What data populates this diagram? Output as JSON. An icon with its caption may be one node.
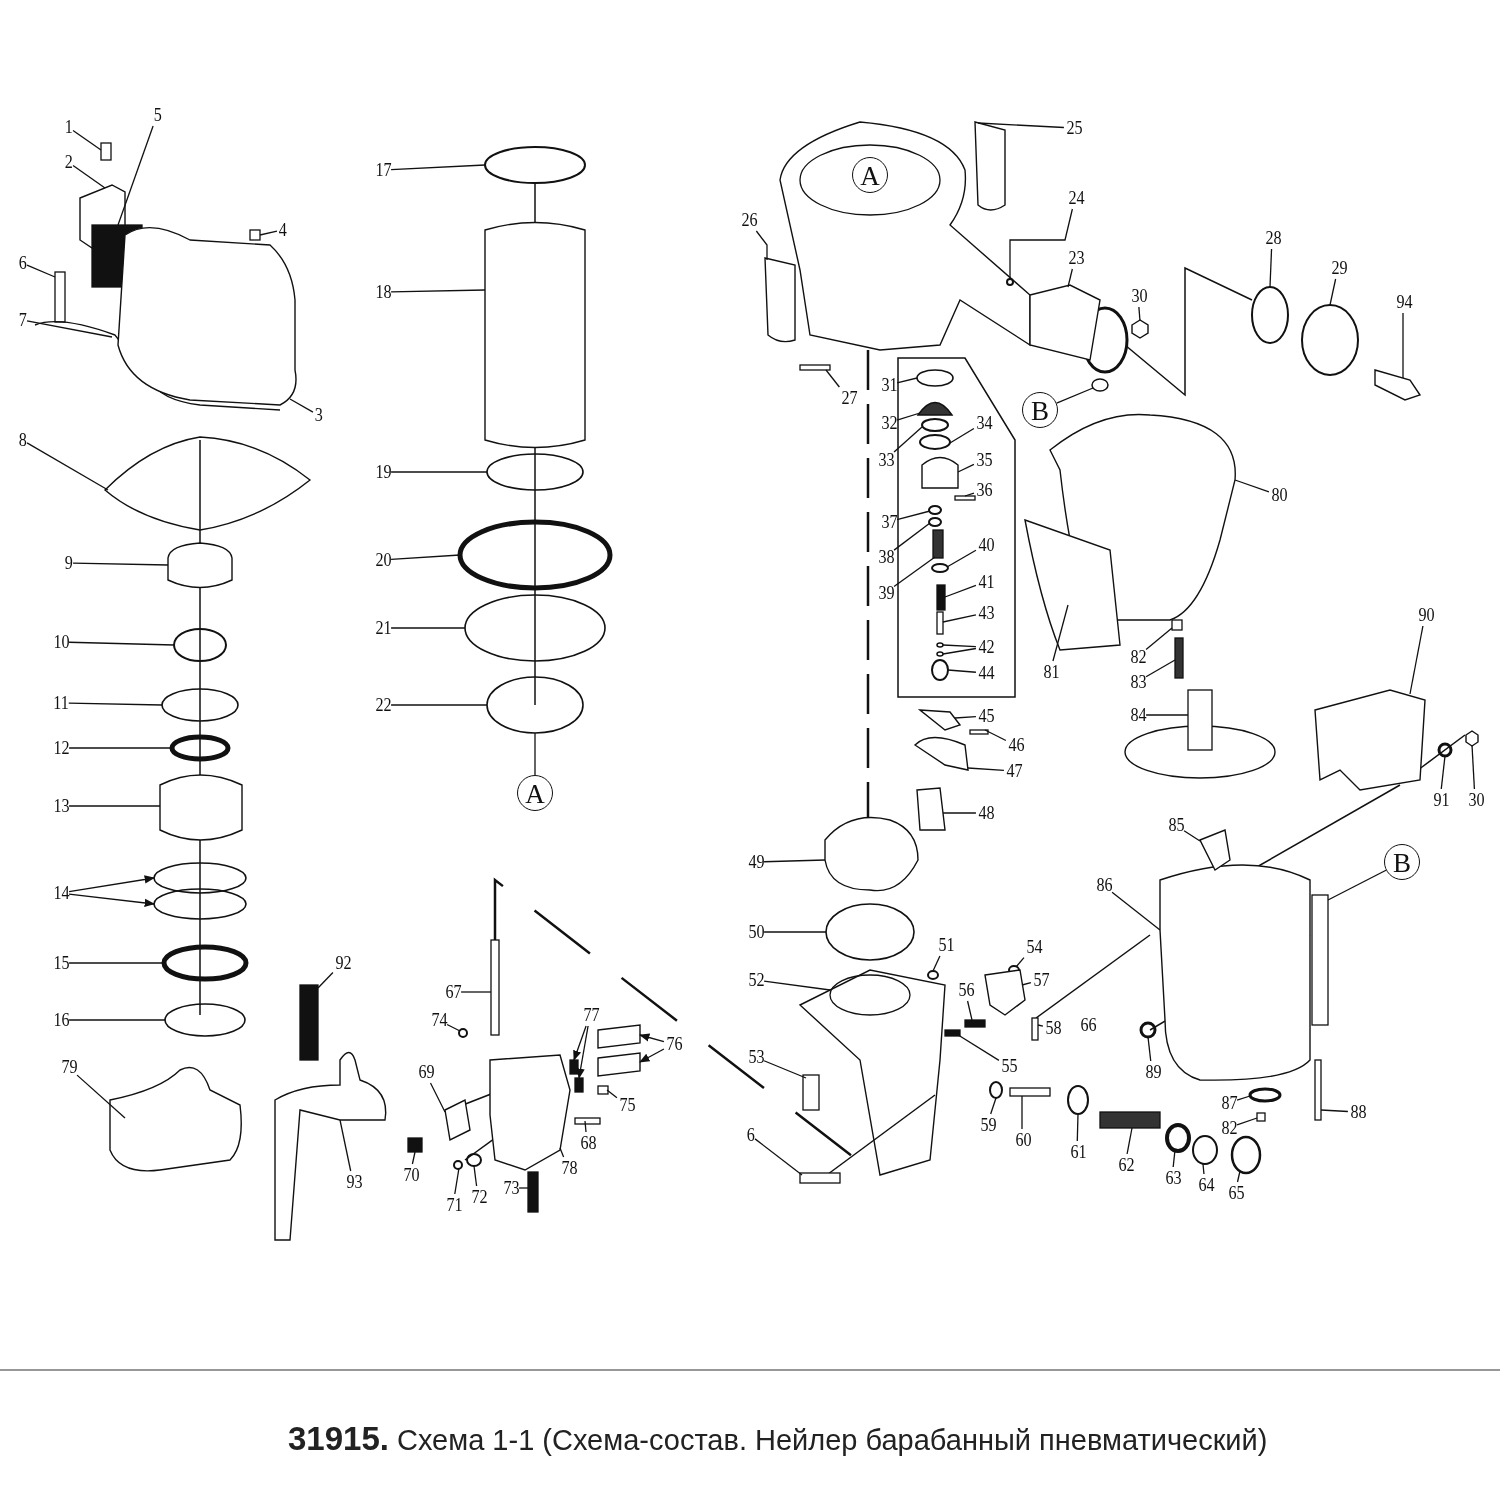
{
  "diagram": {
    "title": "**31915.** Схема 1-1 (Схема-состав. Нейлер барабанный пневматический)",
    "nodes": [
      {
        "text": [
          "1"
        ]
      },
      {
        "text": [
          "2"
        ]
      },
      {
        "text": [
          "5"
        ]
      },
      {
        "text": [
          "4"
        ]
      },
      {
        "text": [
          "6"
        ]
      },
      {
        "text": [
          "7"
        ]
      },
      {
        "text": [
          "3"
        ]
      },
      {
        "text": [
          "8"
        ]
      },
      {
        "text": [
          "9"
        ]
      },
      {
        "text": [
          "10"
        ]
      },
      {
        "text": [
          "11"
        ]
      },
      {
        "text": [
          "12"
        ]
      },
      {
        "text": [
          "13"
        ]
      },
      {
        "text": [
          "14"
        ]
      },
      {
        "text": [
          "15"
        ]
      },
      {
        "text": [
          "16"
        ]
      },
      {
        "text": [
          "79"
        ]
      },
      {
        "text": [
          "92"
        ]
      },
      {
        "text": [
          "93"
        ]
      },
      {
        "text": [
          "17"
        ]
      },
      {
        "text": [
          "18"
        ]
      },
      {
        "text": [
          "19"
        ]
      },
      {
        "text": [
          "20"
        ]
      },
      {
        "text": [
          "21"
        ]
      },
      {
        "text": [
          "22"
        ]
      },
      {
        "text": [
          "A"
        ]
      },
      {
        "text": [
          "67"
        ]
      },
      {
        "text": [
          "74"
        ]
      },
      {
        "text": [
          "77"
        ]
      },
      {
        "text": [
          "76"
        ]
      },
      {
        "text": [
          "69"
        ]
      },
      {
        "text": [
          "75"
        ]
      },
      {
        "text": [
          "68"
        ]
      },
      {
        "text": [
          "78"
        ]
      },
      {
        "text": [
          "70"
        ]
      },
      {
        "text": [
          "71"
        ]
      },
      {
        "text": [
          "72"
        ]
      },
      {
        "text": [
          "73"
        ]
      },
      {
        "text": [
          "A"
        ]
      },
      {
        "text": [
          "25"
        ]
      },
      {
        "text": [
          "26"
        ]
      },
      {
        "text": [
          "24"
        ]
      },
      {
        "text": [
          "23"
        ]
      },
      {
        "text": [
          "30"
        ]
      },
      {
        "text": [
          "28"
        ]
      },
      {
        "text": [
          "29"
        ]
      },
      {
        "text": [
          "94"
        ]
      },
      {
        "text": [
          "27"
        ]
      },
      {
        "text": [
          "B"
        ]
      },
      {
        "text": [
          "31"
        ]
      },
      {
        "text": [
          "32"
        ]
      },
      {
        "text": [
          "33"
        ]
      },
      {
        "text": [
          "34"
        ]
      },
      {
        "text": [
          "35"
        ]
      },
      {
        "text": [
          "36"
        ]
      },
      {
        "text": [
          "37"
        ]
      },
      {
        "text": [
          "38"
        ]
      },
      {
        "text": [
          "40"
        ]
      },
      {
        "text": [
          "39"
        ]
      },
      {
        "text": [
          "41"
        ]
      },
      {
        "text": [
          "43"
        ]
      },
      {
        "text": [
          "42"
        ]
      },
      {
        "text": [
          "44"
        ]
      },
      {
        "text": [
          "45"
        ]
      },
      {
        "text": [
          "46"
        ]
      },
      {
        "text": [
          "47"
        ]
      },
      {
        "text": [
          "48"
        ]
      },
      {
        "text": [
          "49"
        ]
      },
      {
        "text": [
          "50"
        ]
      },
      {
        "text": [
          "51"
        ]
      },
      {
        "text": [
          "52"
        ]
      },
      {
        "text": [
          "53"
        ]
      },
      {
        "text": [
          "6"
        ]
      },
      {
        "text": [
          "54"
        ]
      },
      {
        "text": [
          "57"
        ]
      },
      {
        "text": [
          "56"
        ]
      },
      {
        "text": [
          "58"
        ]
      },
      {
        "text": [
          "55"
        ]
      },
      {
        "text": [
          "59"
        ]
      },
      {
        "text": [
          "60"
        ]
      },
      {
        "text": [
          "61"
        ]
      },
      {
        "text": [
          "62"
        ]
      },
      {
        "text": [
          "63"
        ]
      },
      {
        "text": [
          "64"
        ]
      },
      {
        "text": [
          "65"
        ]
      },
      {
        "text": [
          "66"
        ]
      },
      {
        "text": [
          "89"
        ]
      },
      {
        "text": [
          "87"
        ]
      },
      {
        "text": [
          "82"
        ]
      },
      {
        "text": [
          "88"
        ]
      },
      {
        "text": [
          "86"
        ]
      },
      {
        "text": [
          "B"
        ]
      },
      {
        "text": [
          "80"
        ]
      },
      {
        "text": [
          "81"
        ]
      },
      {
        "text": [
          "82"
        ]
      },
      {
        "text": [
          "83"
        ]
      },
      {
        "text": [
          "84"
        ]
      },
      {
        "text": [
          "90"
        ]
      },
      {
        "text": [
          "91"
        ]
      },
      {
        "text": [
          "30"
        ]
      },
      {
        "text": [
          "85"
        ]
      },
      {
        "text": [],
        "shape": "box"
      },
      {
        "text": [],
        "shape": "polygon"
      },
      {
        "text": [],
        "shape": "box"
      },
      {
        "text": [],
        "shape": "box"
      },
      {
        "text": [],
        "shape": "box"
      },
      {
        "text": [],
        "shape": "polygon"
      },
      {
        "text": [],
        "shape": "polygon"
      },
      {
        "text": [],
        "shape": "polygon"
      },
      {
        "text": [],
        "shape": "polygon"
      },
      {
        "text": [],
        "shape": "circle"
      },
      {
        "text": [],
        "shape": "circle"
      },
      {
        "text": [],
        "shape": "circle"
      },
      {
        "text": [],
        "shape": "polygon"
      },
      {
        "text": [],
        "shape": "circle"
      },
      {
        "text": [],
        "shape": "circle"
      },
      {
        "text": [],
        "shape": "circle"
      },
      {
        "text": [],
        "shape": "circle"
      },
      {
        "text": [],
        "shape": "polygon"
      },
      {
        "text": [],
        "shape": "box"
      },
      {
        "text": [],
        "shape": "polygon"
      },
      {
        "text": [],
        "shape": "circle"
      },
      {
        "text": [],
        "shape": "polygon"
      },
      {
        "text": [],
        "shape": "circle"
      },
      {
        "text": [],
        "shape": "circle"
      },
      {
        "text": [],
        "shape": "circle"
      },
      {
        "text": [],
        "shape": "circle"
      },
      {
        "text": [],
        "shape": "box"
      },
      {
        "text": [],
        "shape": "circle"
      },
      {
        "text": [],
        "shape": "box"
      },
      {
        "text": [],
        "shape": "box"
      },
      {
        "text": [],
        "shape": "polygon"
      },
      {
        "text": [],
        "shape": "polygon"
      },
      {
        "text": [],
        "shape": "polygon"
      },
      {
        "text": [],
        "shape": "box"
      },
      {
        "text": [],
        "shape": "box"
      },
      {
        "text": [],
        "shape": "polygon"
      },
      {
        "text": [],
        "shape": "box"
      },
      {
        "text": [],
        "shape": "circle"
      },
      {
        "text": [],
        "shape": "circle"
      },
      {
        "text": [],
        "shape": "box"
      },
      {
        "text": [],
        "shape": "polygon"
      },
      {
        "text": [],
        "shape": "polygon"
      },
      {
        "text": [],
        "shape": "circle"
      },
      {
        "text": [],
        "shape": "polygon"
      },
      {
        "text": [],
        "shape": "polygon"
      },
      {
        "text": [],
        "shape": "circle"
      },
      {
        "text": [],
        "shape": "circle"
      },
      {
        "text": [],
        "shape": "polygon"
      },
      {
        "text": [],
        "shape": "box"
      },
      {
        "text": [],
        "shape": "circle"
      },
      {
        "text": [],
        "shape": "circle"
      },
      {
        "text": [],
        "shape": "polygon"
      },
      {
        "text": [],
        "shape": "circle"
      },
      {
        "text": [],
        "shape": "circle"
      },
      {
        "text": [],
        "shape": "polygon"
      },
      {
        "text": [],
        "shape": "box"
      },
      {
        "text": [],
        "shape": "circle"
      },
      {
        "text": [],
        "shape": "circle"
      },
      {
        "text": [],
        "shape": "circle"
      },
      {
        "text": [],
        "shape": "box"
      },
      {
        "text": [],
        "shape": "box"
      },
      {
        "text": [],
        "shape": "box"
      },
      {
        "text": [],
        "shape": "circle"
      },
      {
        "text": [],
        "shape": "circle"
      },
      {
        "text": [],
        "shape": "circle"
      },
      {
        "text": [],
        "shape": "polygon"
      },
      {
        "text": [],
        "shape": "box"
      },
      {
        "text": [],
        "shape": "polygon"
      },
      {
        "text": [],
        "shape": "polygon"
      },
      {
        "text": [],
        "shape": "polygon"
      },
      {
        "text": [],
        "shape": "circle"
      },
      {
        "text": [],
        "shape": "circle"
      },
      {
        "text": [],
        "shape": "polygon"
      },
      {
        "text": [],
        "shape": "box"
      },
      {
        "text": [],
        "shape": "box"
      },
      {
        "text": [],
        "shape": "circle"
      },
      {
        "text": [],
        "shape": "polygon"
      },
      {
        "text": [],
        "shape": "box"
      },
      {
        "text": [],
        "shape": "box"
      },
      {
        "text": [],
        "shape": "box"
      },
      {
        "text": [],
        "shape": "circle"
      },
      {
        "text": [],
        "shape": "box"
      },
      {
        "text": [],
        "shape": "circle"
      },
      {
        "text": [],
        "shape": "box"
      },
      {
        "text": [],
        "shape": "circle"
      },
      {
        "text": [],
        "shape": "circle"
      },
      {
        "text": [],
        "shape": "circle"
      },
      {
        "text": [],
        "shape": "circle"
      },
      {
        "text": [],
        "shape": "circle"
      },
      {
        "text": [],
        "shape": "box"
      },
      {
        "text": [],
        "shape": "box"
      },
      {
        "text": [],
        "shape": "polygon"
      },
      {
        "text": [],
        "shape": "box"
      },
      {
        "text": [],
        "shape": "polygon"
      },
      {
        "text": [],
        "shape": "polygon"
      },
      {
        "text": [],
        "shape": "box"
      },
      {
        "text": [],
        "shape": "box"
      },
      {
        "text": [],
        "shape": "box"
      },
      {
        "text": [],
        "shape": "polygon"
      },
      {
        "text": [],
        "shape": "circle"
      },
      {
        "text": [],
        "shape": "polygon"
      },
      {
        "text": [],
        "shape": "polygon"
      }
    ],
    "edges": [
      {
        "from": 0,
        "to": 101,
        "arrow": "none"
      },
      {
        "from": 1,
        "to": 102,
        "arrow": "none"
      },
      {
        "from": 2,
        "to": 103,
        "arrow": "none"
      },
      {
        "from": 3,
        "to": 104,
        "arrow": "none"
      },
      {
        "from": 4,
        "to": 105,
        "arrow": "none"
      },
      {
        "from": 5,
        "to": 106,
        "arrow": "none"
      },
      {
        "from": 6,
        "to": 107,
        "arrow": "none"
      },
      {
        "from": 7,
        "to": 108,
        "arrow": "none"
      },
      {
        "from": 8,
        "to": 109,
        "arrow": "none"
      },
      {
        "from": 9,
        "to": 110,
        "arrow": "none"
      },
      {
        "from": 10,
        "to": 111,
        "arrow": "none"
      },
      {
        "from": 11,
        "to": 112,
        "arrow": "none"
      },
      {
        "from": 12,
        "to": 113,
        "arrow": "none"
      },
      {
        "from": 13,
        "to": 114,
        "arrow": "to"
      },
      {
        "from": 13,
        "to": 115,
        "arrow": "to"
      },
      {
        "from": 14,
        "to": 116,
        "arrow": "none"
      },
      {
        "from": 15,
        "to": 117,
        "arrow": "none"
      },
      {
        "from": 16,
        "to": 118,
        "arrow": "none"
      },
      {
        "from": 17,
        "to": 119,
        "arrow": "none"
      },
      {
        "from": 18,
        "to": 120,
        "arrow": "none"
      },
      {
        "from": 19,
        "to": 121,
        "arrow": "none"
      },
      {
        "from": 20,
        "to": 122,
        "arrow": "none"
      },
      {
        "from": 21,
        "to": 123,
        "arrow": "none"
      },
      {
        "from": 22,
        "to": 124,
        "arrow": "none"
      },
      {
        "from": 23,
        "to": 125,
        "arrow": "none"
      },
      {
        "from": 24,
        "to": 126,
        "arrow": "none"
      },
      {
        "from": 25,
        "to": 126,
        "arrow": "none"
      },
      {
        "from": 26,
        "to": 127,
        "arrow": "none"
      },
      {
        "from": 27,
        "to": 128,
        "arrow": "none"
      },
      {
        "from": 28,
        "to": 129,
        "arrow": "to"
      },
      {
        "from": 28,
        "to": 130,
        "arrow": "to"
      },
      {
        "from": 29,
        "to": 131,
        "arrow": "to"
      },
      {
        "from": 29,
        "to": 132,
        "arrow": "to"
      },
      {
        "from": 30,
        "to": 133,
        "arrow": "none"
      },
      {
        "from": 31,
        "to": 134,
        "arrow": "none"
      },
      {
        "from": 32,
        "to": 135,
        "arrow": "none"
      },
      {
        "from": 33,
        "to": 136,
        "arrow": "none"
      },
      {
        "from": 34,
        "to": 137,
        "arrow": "none"
      },
      {
        "from": 35,
        "to": 138,
        "arrow": "none"
      },
      {
        "from": 36,
        "to": 139,
        "arrow": "none"
      },
      {
        "from": 37,
        "to": 140,
        "arrow": "none"
      },
      {
        "from": 39,
        "to": 141,
        "arrow": "none"
      },
      {
        "from": 40,
        "to": 142,
        "arrow": "none"
      },
      {
        "from": 41,
        "to": 143,
        "arrow": "none"
      },
      {
        "from": 42,
        "to": 144,
        "arrow": "none"
      },
      {
        "from": 43,
        "to": 145,
        "arrow": "none"
      },
      {
        "from": 44,
        "to": 146,
        "arrow": "none"
      },
      {
        "from": 45,
        "to": 147,
        "arrow": "none"
      },
      {
        "from": 46,
        "to": 148,
        "arrow": "none"
      },
      {
        "from": 47,
        "to": 149,
        "arrow": "none"
      },
      {
        "from": 48,
        "to": 150,
        "arrow": "none"
      },
      {
        "from": 49,
        "to": 151,
        "arrow": "none"
      },
      {
        "from": 50,
        "to": 152,
        "arrow": "none"
      },
      {
        "from": 51,
        "to": 153,
        "arrow": "none"
      },
      {
        "from": 52,
        "to": 154,
        "arrow": "none"
      },
      {
        "from": 53,
        "to": 155,
        "arrow": "none"
      },
      {
        "from": 54,
        "to": 156,
        "arrow": "none"
      },
      {
        "from": 55,
        "to": 157,
        "arrow": "none"
      },
      {
        "from": 56,
        "to": 158,
        "arrow": "none"
      },
      {
        "from": 57,
        "to": 159,
        "arrow": "none"
      },
      {
        "from": 58,
        "to": 160,
        "arrow": "none"
      },
      {
        "from": 59,
        "to": 161,
        "arrow": "none"
      },
      {
        "from": 60,
        "to": 162,
        "arrow": "none"
      },
      {
        "from": 61,
        "to": 163,
        "arrow": "none"
      },
      {
        "from": 61,
        "to": 164,
        "arrow": "none"
      },
      {
        "from": 62,
        "to": 165,
        "arrow": "none"
      },
      {
        "from": 63,
        "to": 166,
        "arrow": "none"
      },
      {
        "from": 64,
        "to": 167,
        "arrow": "none"
      },
      {
        "from": 65,
        "to": 168,
        "arrow": "none"
      },
      {
        "from": 66,
        "to": 169,
        "arrow": "none"
      },
      {
        "from": 67,
        "to": 170,
        "arrow": "none"
      },
      {
        "from": 68,
        "to": 171,
        "arrow": "none"
      },
      {
        "from": 69,
        "to": 172,
        "arrow": "none"
      },
      {
        "from": 70,
        "to": 173,
        "arrow": "none"
      },
      {
        "from": 71,
        "to": 174,
        "arrow": "none"
      },
      {
        "from": 72,
        "to": 175,
        "arrow": "none"
      },
      {
        "from": 73,
        "to": 176,
        "arrow": "none"
      },
      {
        "from": 74,
        "to": 177,
        "arrow": "none"
      },
      {
        "from": 75,
        "to": 178,
        "arrow": "none"
      },
      {
        "from": 76,
        "to": 179,
        "arrow": "none"
      },
      {
        "from": 77,
        "to": 180,
        "arrow": "none"
      },
      {
        "from": 78,
        "to": 181,
        "arrow": "none"
      },
      {
        "from": 79,
        "to": 182,
        "arrow": "none"
      },
      {
        "from": 80,
        "to": 183,
        "arrow": "none"
      },
      {
        "from": 81,
        "to": 184,
        "arrow": "none"
      },
      {
        "from": 82,
        "to": 185,
        "arrow": "none"
      },
      {
        "from": 83,
        "to": 186,
        "arrow": "none"
      },
      {
        "from": 84,
        "to": 187,
        "arrow": "none"
      },
      {
        "from": 86,
        "to": 188,
        "arrow": "none"
      },
      {
        "from": 87,
        "to": 189,
        "arrow": "none"
      },
      {
        "from": 88,
        "to": 190,
        "arrow": "none"
      },
      {
        "from": 89,
        "to": 191,
        "arrow": "none"
      },
      {
        "from": 90,
        "to": 192,
        "arrow": "none"
      },
      {
        "from": 91,
        "to": 193,
        "arrow": "none"
      },
      {
        "from": 92,
        "to": 194,
        "arrow": "none"
      },
      {
        "from": 93,
        "to": 195,
        "arrow": "none"
      },
      {
        "from": 94,
        "to": 196,
        "arrow": "none"
      },
      {
        "from": 95,
        "to": 197,
        "arrow": "none"
      },
      {
        "from": 96,
        "to": 198,
        "arrow": "none"
      },
      {
        "from": 97,
        "to": 199,
        "arrow": "none"
      },
      {
        "from": 98,
        "to": 200,
        "arrow": "none"
      },
      {
        "from": 99,
        "to": 201,
        "arrow": "none"
      },
      {
        "from": 100,
        "to": 202,
        "arrow": "none"
      }
    ]
  }
}
